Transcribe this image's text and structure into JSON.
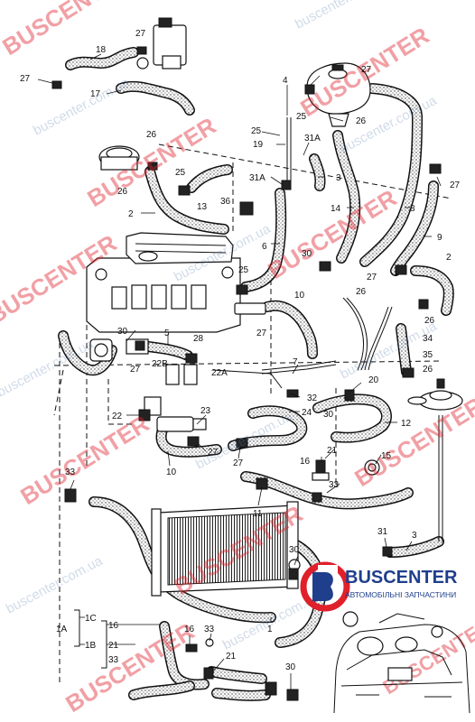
{
  "watermark": {
    "brand": "BUSCENTER",
    "url": "buscenter.com.ua"
  },
  "logo": {
    "name": "BUSCENTER",
    "tagline": "АВТОМОБІЛЬНІ ЗАПЧАСТИНИ"
  },
  "labels": {
    "l18": "18",
    "l27a": "27",
    "l27b": "27",
    "l17": "17",
    "l4": "4",
    "l27c": "27",
    "l25a": "25",
    "l26a": "26",
    "l31a": "31A",
    "l19": "19",
    "l26b": "26",
    "l26c": "26",
    "l25b": "25",
    "l13": "13",
    "l3a": "3",
    "l31b": "31A",
    "l27d": "27",
    "l2a": "2",
    "l36": "36",
    "l14": "14",
    "l8": "8",
    "l9": "9",
    "l6": "6",
    "l30a": "30",
    "l25c": "25",
    "l27e": "27",
    "l2b": "2",
    "l26d": "26",
    "l10a": "10",
    "l30b": "30",
    "l27f": "27",
    "l26e": "26",
    "l34": "34",
    "l5": "5",
    "l28": "28",
    "l35": "35",
    "l27g": "27",
    "l22b": "22B",
    "l22a": "22A",
    "l7": "7",
    "l26f": "26",
    "l20": "20",
    "l32": "32",
    "l22": "22",
    "l23": "23",
    "l24": "24",
    "l30c": "30",
    "l12": "12",
    "l27h": "27",
    "l21a": "21",
    "l10b": "10",
    "l27i": "27",
    "l16a": "16",
    "l15": "15",
    "l33a": "33",
    "l33b": "33",
    "l11": "11",
    "l31c": "31",
    "l3b": "3",
    "l30d": "30",
    "l1a": "1A",
    "l1c": "1C",
    "l1b": "1B",
    "l16b": "16",
    "l21b": "21",
    "l33c": "33",
    "l16c": "16",
    "l33d": "33",
    "l21c": "21",
    "l1": "1",
    "l30e": "30"
  },
  "icons": {
    "expansion_tank": "expansion-tank-icon",
    "radiator": "radiator-icon",
    "engine": "engine-block-icon",
    "van": "van-icon"
  }
}
